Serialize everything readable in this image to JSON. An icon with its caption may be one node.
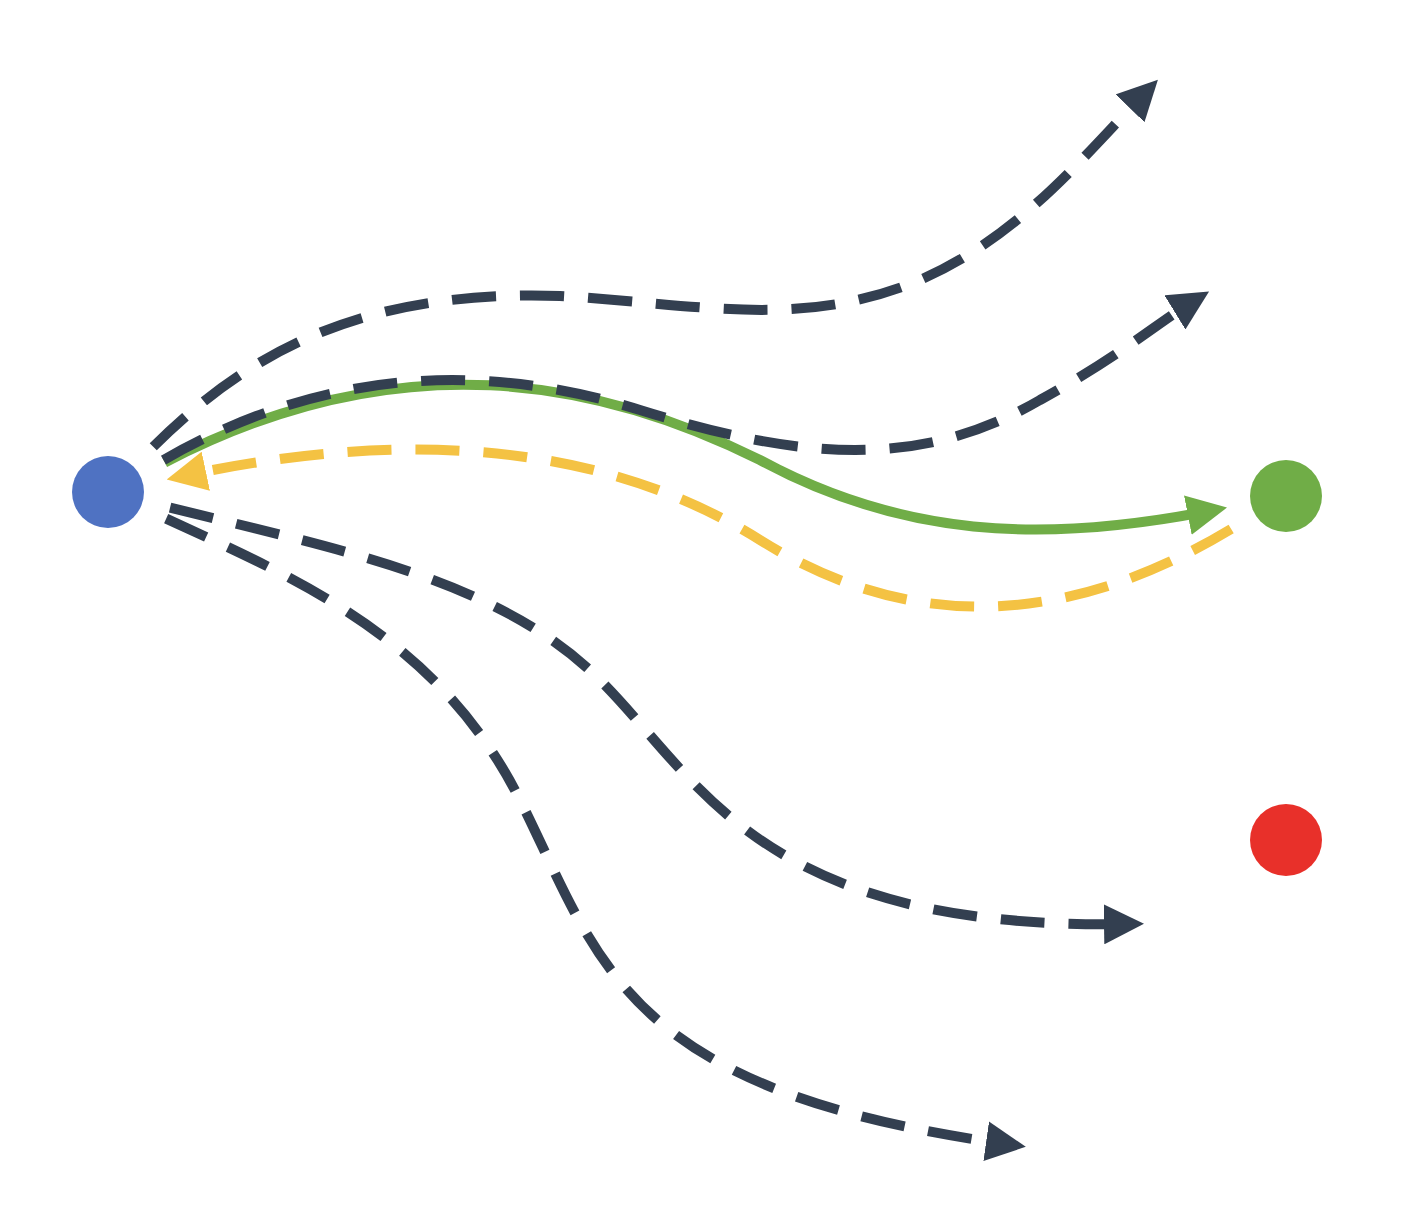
{
  "diagram": {
    "nodes": [
      {
        "text": [],
        "shape": "circle"
      },
      {
        "text": [],
        "shape": "circle"
      },
      {
        "text": [],
        "shape": "circle"
      }
    ],
    "edges": [
      {
        "from": 0,
        "to": 1,
        "arrow": "to",
        "color": "#70ad47"
      },
      {
        "from": 1,
        "to": 0,
        "arrow": "to",
        "style": "dashed",
        "color": "#f4c243"
      },
      {
        "from": 0,
        "to": null,
        "arrow": "to",
        "style": "dashed"
      },
      {
        "from": 0,
        "to": null,
        "arrow": "to",
        "style": "dashed"
      },
      {
        "from": 0,
        "to": null,
        "arrow": "to",
        "style": "dashed"
      },
      {
        "from": 0,
        "to": null,
        "arrow": "to",
        "style": "dashed"
      }
    ]
  }
}
